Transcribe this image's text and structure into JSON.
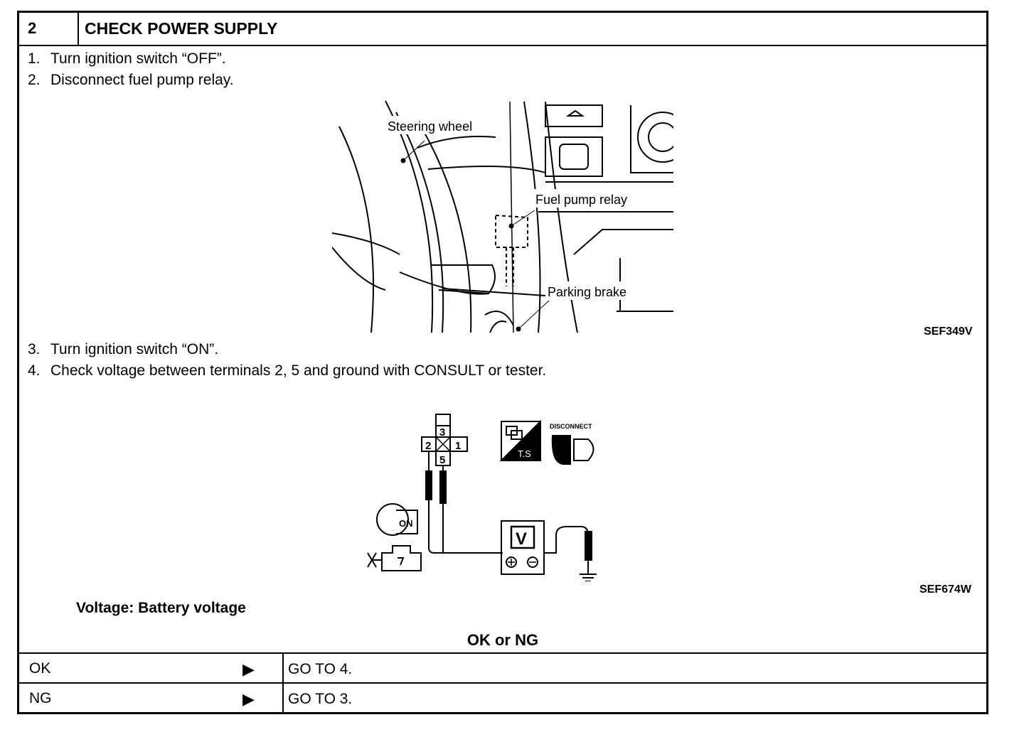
{
  "header": {
    "step_number": "2",
    "title": "CHECK POWER SUPPLY"
  },
  "instructions_a": [
    {
      "num": "1.",
      "text": "Turn ignition switch “OFF”."
    },
    {
      "num": "2.",
      "text": "Disconnect fuel pump relay."
    }
  ],
  "figure1": {
    "labels": {
      "steering_wheel": "Steering wheel",
      "fuel_pump_relay": "Fuel pump relay",
      "parking_brake": "Parking brake"
    },
    "code": "SEF349V"
  },
  "instructions_b": [
    {
      "num": "3.",
      "text": "Turn ignition switch “ON”."
    },
    {
      "num": "4.",
      "text": "Check voltage between terminals 2, 5 and ground with CONSULT or tester."
    }
  ],
  "figure2": {
    "terminals": {
      "t3": "3",
      "t2": "2",
      "t1": "1",
      "t5": "5"
    },
    "ts_label": "T.S",
    "disconnect_label": "DISCONNECT",
    "on_label": "ON",
    "meter_label": "V",
    "code": "SEF674W"
  },
  "spec": "Voltage: Battery voltage",
  "result_question": "OK or NG",
  "results": [
    {
      "label": "OK",
      "action": "GO TO 4."
    },
    {
      "label": "NG",
      "action": "GO TO 3."
    }
  ],
  "icons": {
    "arrow": "▶"
  }
}
